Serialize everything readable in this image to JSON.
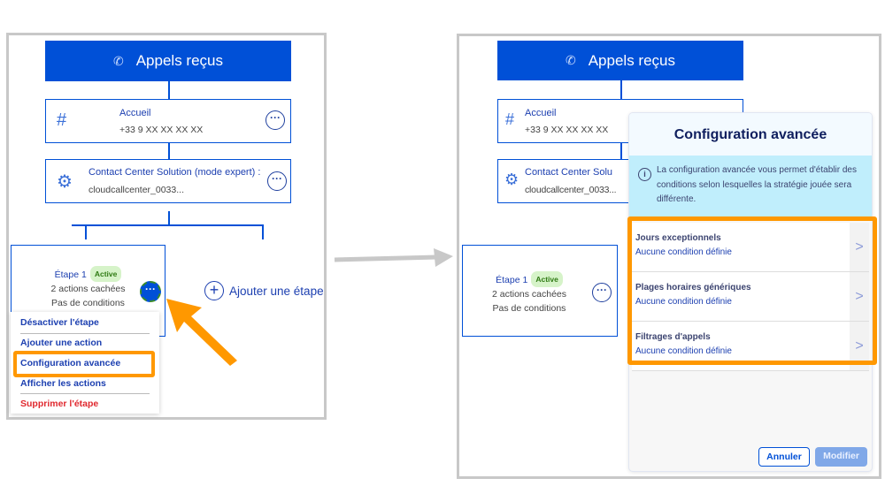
{
  "flow": {
    "header_title": "Appels reçus",
    "accueil": {
      "title": "Accueil",
      "number": "+33 9 XX XX XX XX"
    },
    "ccs": {
      "title": "Contact Center Solution (mode expert) :",
      "subtitle": "cloudcallcenter_0033..."
    },
    "ccs_right_title": "Contact Center Solu",
    "step": {
      "title": "Étape 1",
      "badge": "Active",
      "hidden_actions": "2 actions cachées",
      "conditions": "Pas de conditions"
    },
    "add_step": "Ajouter une étape"
  },
  "context_menu": {
    "items": [
      {
        "label": "Désactiver l'étape"
      },
      {
        "label": "Ajouter une action"
      },
      {
        "label": "Configuration avancée"
      },
      {
        "label": "Afficher les actions"
      },
      {
        "label": "Supprimer l'étape"
      }
    ]
  },
  "modal": {
    "title": "Configuration avancée",
    "info": "La configuration avancée vous permet d'établir des conditions selon lesquelles la stratégie jouée sera différente.",
    "rows": [
      {
        "title": "Jours exceptionnels",
        "status": "Aucune condition définie"
      },
      {
        "title": "Plages horaires génériques",
        "status": "Aucune condition définie"
      },
      {
        "title": "Filtrages d'appels",
        "status": "Aucune condition définie"
      }
    ],
    "cancel": "Annuler",
    "submit": "Modifier"
  },
  "colors": {
    "primary": "#0050d7",
    "highlight": "#ff9800",
    "danger": "#e0282e",
    "info_bg": "#c0eefc"
  }
}
